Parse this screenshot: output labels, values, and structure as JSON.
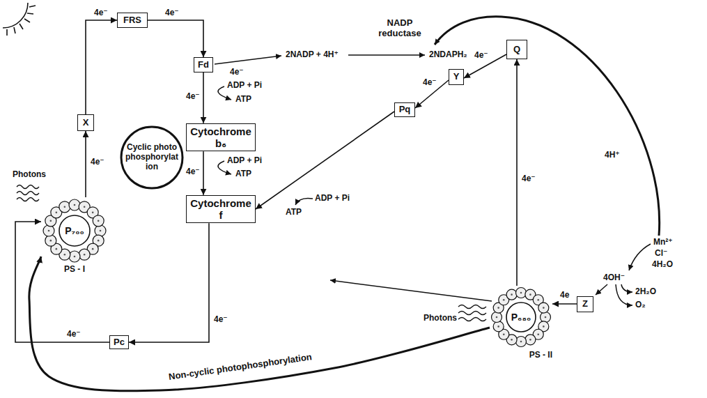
{
  "diagram": {
    "nodes": [
      {
        "text": [
          "X"
        ]
      },
      {
        "text": [
          "FRS"
        ]
      },
      {
        "text": [
          "Fd"
        ]
      },
      {
        "text": [
          "Cytochrome b₆"
        ]
      },
      {
        "text": [
          "Cytochrome f"
        ]
      },
      {
        "text": [
          "Pc"
        ]
      },
      {
        "text": [
          "P₇₀₀",
          "PS - I"
        ]
      },
      {
        "text": [
          "Cyclic photophosphorylation"
        ]
      },
      {
        "text": [
          "Q"
        ]
      },
      {
        "text": [
          "Y"
        ]
      },
      {
        "text": [
          "Pq"
        ]
      },
      {
        "text": [
          "Z"
        ]
      },
      {
        "text": [
          "P₆₈₀",
          "PS - II"
        ]
      }
    ],
    "edges": [
      {
        "from": 6,
        "to": 0,
        "label": "4e⁻",
        "arrow": "to"
      },
      {
        "from": 0,
        "to": 1,
        "label": "4e⁻",
        "arrow": "to"
      },
      {
        "from": 1,
        "to": 2,
        "label": "4e⁻",
        "arrow": "to"
      },
      {
        "from": 2,
        "to": 3,
        "label": "4e⁻",
        "arrow": "to"
      },
      {
        "from": 3,
        "to": 4,
        "label": "4e⁻",
        "arrow": "to"
      },
      {
        "from": 4,
        "to": 5,
        "label": "4e⁻",
        "arrow": "to"
      },
      {
        "from": 5,
        "to": 6,
        "label": "4e⁻",
        "arrow": "to"
      },
      {
        "from": 12,
        "to": 8,
        "label": "4e⁻",
        "arrow": "to"
      },
      {
        "from": 8,
        "to": 9,
        "label": "4e⁻",
        "arrow": "to"
      },
      {
        "from": 9,
        "to": 10,
        "label": "4e⁻",
        "arrow": "to"
      },
      {
        "from": 10,
        "to": 4,
        "arrow": "to"
      },
      {
        "from": 11,
        "to": 12,
        "label": "4e",
        "arrow": "to"
      },
      {
        "from": 12,
        "to": 6,
        "label": "Non-cyclic photophosphorylation",
        "arrow": "to"
      }
    ],
    "labels": [
      "NADP reductase",
      "2NADP + 4H⁺",
      "2NDAPH₂",
      "4H⁺",
      "Mn²⁺",
      "Cl⁻",
      "4H₂O",
      "4OH⁻",
      "2H₂O",
      "O₂",
      "ADP + Pi",
      "ATP",
      "ADP + Pi",
      "ATP",
      "ADP + Pi",
      "ATP",
      "4e⁻",
      "Photons",
      "Photons"
    ]
  }
}
